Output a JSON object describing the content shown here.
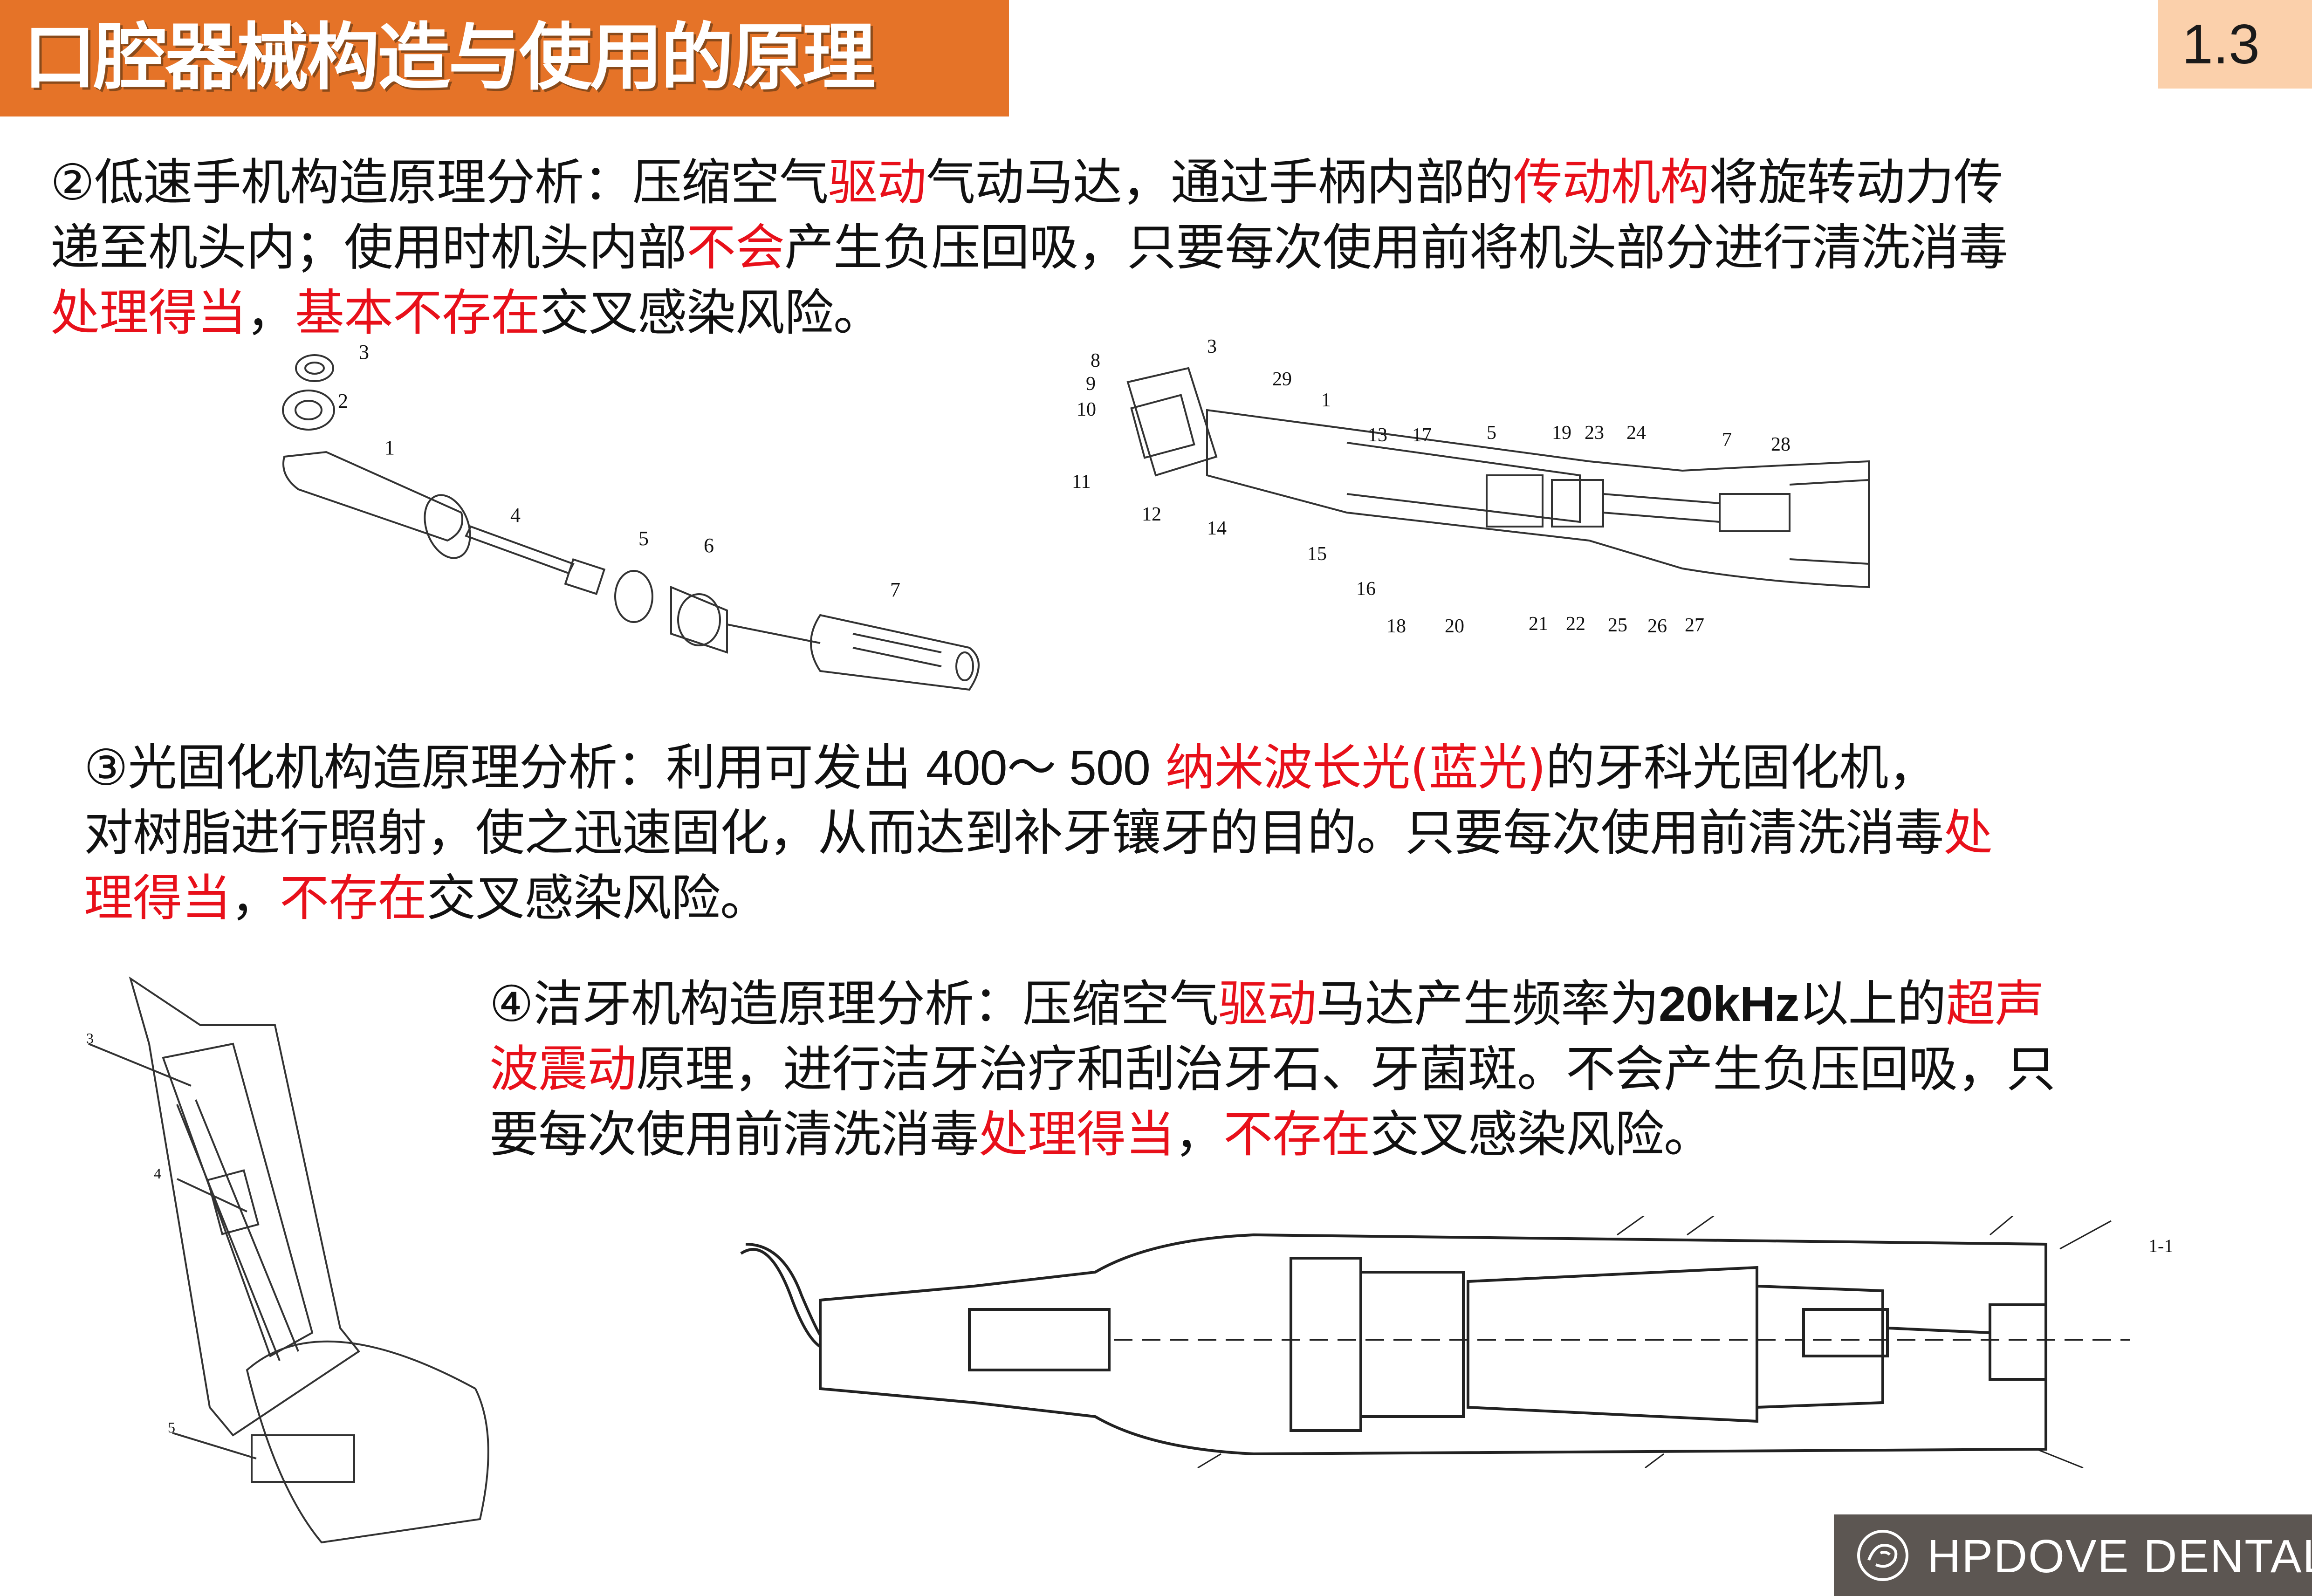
{
  "header": {
    "title": "口腔器械构造与使用的原理",
    "page_number": "1.3"
  },
  "section2": {
    "l1_a": "②低速手机构造原理分析：压缩空气",
    "l1_b": "驱动",
    "l1_c": "气动马达，通过手柄内部的",
    "l1_d": "传动机构",
    "l1_e": "将旋转动力传",
    "l2_a": "递至机头内；使用时机头内部",
    "l2_b": "不会",
    "l2_c": "产生负压回吸，只要每次使用前将机头部分进行清洗消毒",
    "l3_a": "处理得当",
    "l3_b": "，",
    "l3_c": "基本不存在",
    "l3_d": "交叉感染风险。"
  },
  "section3": {
    "l1_a": "③光固化机构造原理分析：利用可发出 ",
    "l1_b": "400～ 500",
    "l1_c": " ",
    "l1_d": "纳米波长光(蓝光)",
    "l1_e": "的牙科光固化机，",
    "l2_a": "对树脂进行照射，使之迅速固化，从而达到补牙镶牙的目的。只要每次使用前清洗消毒",
    "l2_b": "处",
    "l3_a": "理得当",
    "l3_b": "，",
    "l3_c": "不存在",
    "l3_d": "交叉感染风险。"
  },
  "section4": {
    "l1_a": "④洁牙机构造原理分析：压缩空气",
    "l1_b": "驱动",
    "l1_c": "马达产生频率为",
    "l1_d": "20kHz",
    "l1_e": "以上的",
    "l1_f": "超声",
    "l2_a": "波震动",
    "l2_b": "原理，进行洁牙治疗和刮治牙石、牙菌斑。不会产生负压回吸，只",
    "l3_a": "要每次使用前清洗消毒",
    "l3_b": "处理得当",
    "l3_c": "，",
    "l3_d": "不存在",
    "l3_e": "交叉感染风险。"
  },
  "figures": {
    "exploded_labels": [
      "3",
      "2",
      "1",
      "4",
      "5",
      "6",
      "7"
    ],
    "section_labels": [
      "8",
      "9",
      "10",
      "11",
      "3",
      "29",
      "1",
      "13",
      "17",
      "5",
      "19",
      "23",
      "24",
      "7",
      "28",
      "12",
      "14",
      "15",
      "16",
      "18",
      "20",
      "21",
      "22",
      "25",
      "26",
      "27"
    ],
    "curing_labels": [
      "3",
      "4",
      "5"
    ],
    "scaler_labels": [
      "1-1"
    ]
  },
  "logo": {
    "text": "HPDOVE DENTAL"
  },
  "colors": {
    "accent": "#e57328",
    "highlight": "#e8101a",
    "page_bg": "#fbd0ab",
    "logo_bg": "#5c5652"
  }
}
